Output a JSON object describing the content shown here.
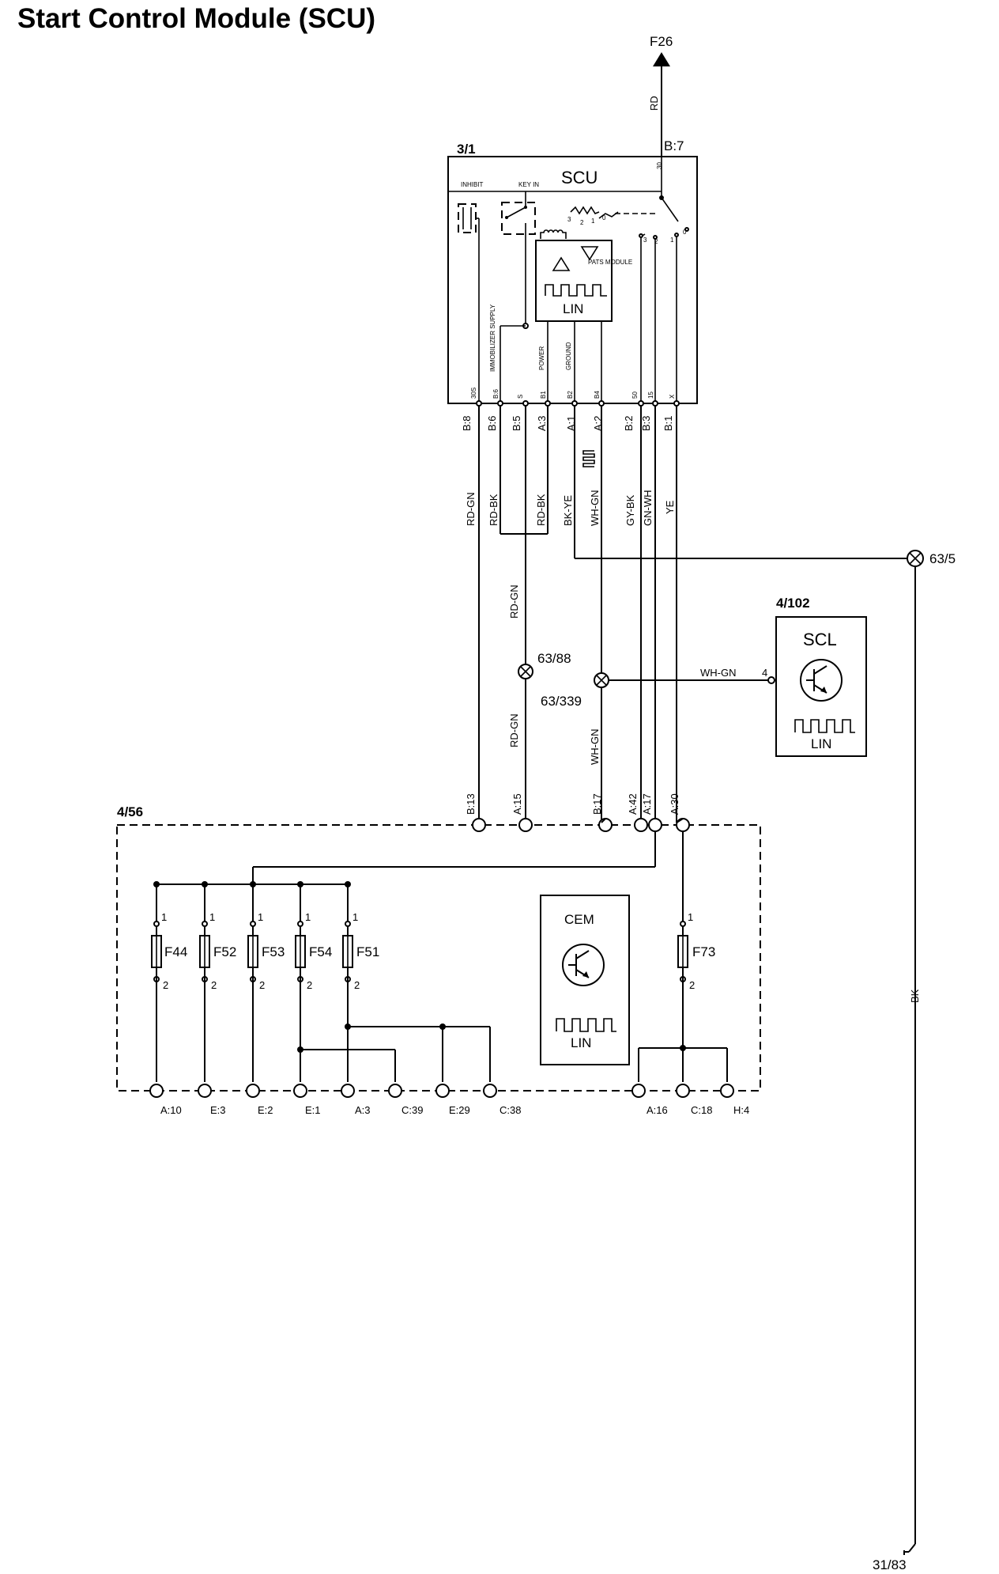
{
  "title": "Start Control Module (SCU)",
  "top_fuse": "F26",
  "top_wire": "RD",
  "scu": {
    "ref": "3/1",
    "name": "SCU",
    "b7": "B:7",
    "b7_pin": "30",
    "inhibit": "INHIBIT",
    "key_in": "KEY IN",
    "pats_module": "PATS MODULE",
    "lin": "LIN",
    "internal_labels": [
      "IMMOBILIZER SUPPLY",
      "POWER",
      "GROUND"
    ],
    "switch_pos": [
      "3",
      "2",
      "1",
      "0"
    ],
    "inner_pins": [
      "30S",
      "B:6",
      "S",
      "B1",
      "B2",
      "B4",
      "50",
      "15",
      "X"
    ]
  },
  "connectors": [
    "B:8",
    "B:6",
    "B:5",
    "A:3",
    "A:1",
    "A:2",
    "B:2",
    "B:3",
    "B:1"
  ],
  "wire_colors": [
    "RD-GN",
    "RD-BK",
    "RD-BK",
    "BK-YE",
    "WH-GN",
    "GY-BK",
    "GN-WH",
    "YE"
  ],
  "splices": {
    "ground": "63/5",
    "rdgn": "63/88",
    "whgn": "63/339",
    "rdgn_label_lower": "RD-GN",
    "whgn_label_lower": "WH-GN",
    "rdgn_label_mid": "RD-GN"
  },
  "scl": {
    "ref": "4/102",
    "name": "SCL",
    "pin": "4",
    "wire": "WH-GN",
    "lin": "LIN"
  },
  "cem": {
    "ref": "4/56",
    "name": "CEM",
    "lin": "LIN",
    "top_pins": [
      "B:13",
      "A:15",
      "B:17",
      "A:42",
      "A:17",
      "A:30"
    ],
    "fuses": [
      "F44",
      "F52",
      "F53",
      "F54",
      "F51",
      "F73"
    ],
    "fuse_pin_top": "1",
    "fuse_pin_bottom": "2",
    "bottom_pins": [
      "A:10",
      "E:3",
      "E:2",
      "E:1",
      "A:3",
      "C:39",
      "E:29",
      "C:38",
      "A:16",
      "C:18",
      "H:4"
    ]
  },
  "ground_wire": "BK",
  "ground_point": "31/83"
}
